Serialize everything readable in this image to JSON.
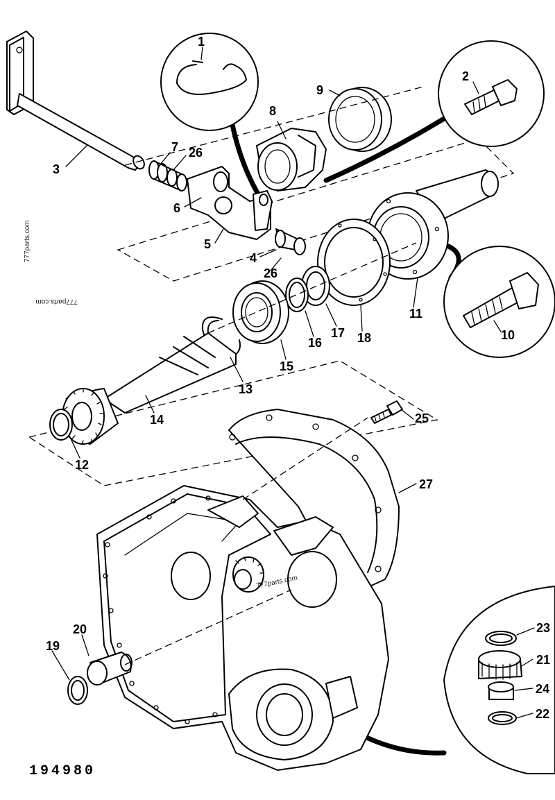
{
  "diagram": {
    "catalog_number": "194980",
    "watermarks": [
      "777parts.com",
      "777parts.com",
      "777parts.com"
    ],
    "callouts": [
      "1",
      "2",
      "3",
      "4",
      "5",
      "6",
      "7",
      "8",
      "9",
      "10",
      "11",
      "12",
      "13",
      "14",
      "15",
      "16",
      "17",
      "18",
      "19",
      "20",
      "21",
      "22",
      "23",
      "24",
      "25",
      "26",
      "26",
      "27"
    ]
  }
}
